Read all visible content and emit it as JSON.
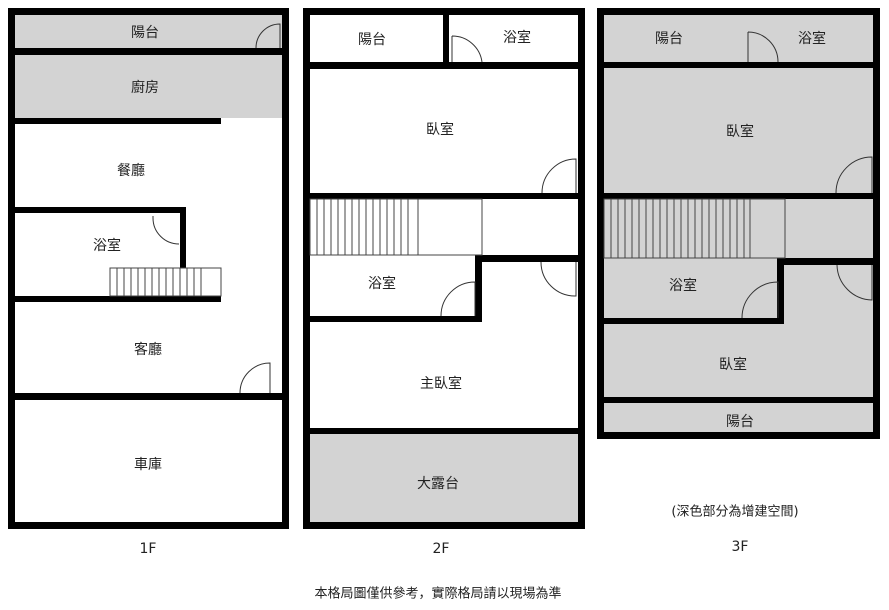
{
  "floors": [
    {
      "name": "1F",
      "rooms": [
        "陽台",
        "廚房",
        "餐廳",
        "浴室",
        "客廳",
        "車庫"
      ]
    },
    {
      "name": "2F",
      "rooms": [
        "陽台",
        "浴室",
        "臥室",
        "浴室",
        "主臥室",
        "大露台"
      ]
    },
    {
      "name": "3F",
      "rooms": [
        "陽台",
        "浴室",
        "臥室",
        "浴室",
        "臥室",
        "陽台"
      ]
    }
  ],
  "legend_note": "(深色部分為增建空間)",
  "footer_note": "本格局圖僅供參考，實際格局請以現場為準",
  "colors": {
    "wall": "#000000",
    "added_space": "#d3d3d3",
    "background": "#ffffff"
  }
}
